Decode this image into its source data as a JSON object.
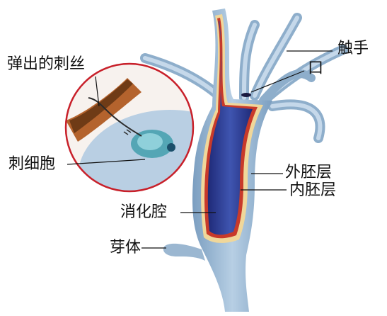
{
  "labels": {
    "discharged_thread": "弹出的刺丝",
    "tentacle": "触手",
    "mouth": "口",
    "cnidocyte": "刺细胞",
    "ectoderm": "外胚层",
    "endoderm": "内胚层",
    "gastrovascular_cavity": "消化腔",
    "bud": "芽体"
  },
  "colors": {
    "body": "#8fb0cc",
    "body_light": "#bcd3e6",
    "ectoderm": "#f0d79a",
    "mesoglea": "#c83a2a",
    "cavity": "#2d3a8e",
    "cavity_light": "#4a5fb8",
    "inset_border": "#c8202a",
    "inset_bg": "#f7f2ee"
  }
}
